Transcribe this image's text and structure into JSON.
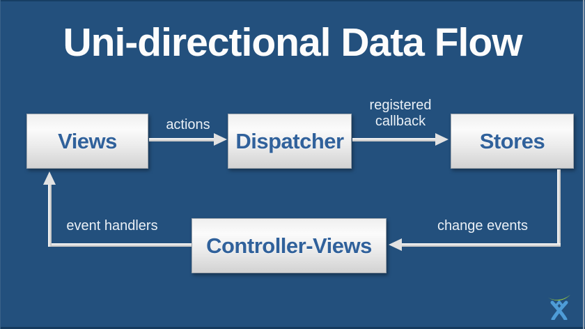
{
  "slide": {
    "title": "Uni-directional Data Flow"
  },
  "nodes": [
    {
      "id": "views",
      "label": "Views"
    },
    {
      "id": "dispatcher",
      "label": "Dispatcher"
    },
    {
      "id": "stores",
      "label": "Stores"
    },
    {
      "id": "controller-views",
      "label": "Controller-Views"
    }
  ],
  "edges": [
    {
      "from": "views",
      "to": "dispatcher",
      "label": "actions"
    },
    {
      "from": "dispatcher",
      "to": "stores",
      "label": "registered callback"
    },
    {
      "from": "stores",
      "to": "controller-views",
      "label": "change events"
    },
    {
      "from": "controller-views",
      "to": "views",
      "label": "event handlers"
    }
  ],
  "logo": {
    "icon": "atlassian-logo",
    "figure_color": "#4E9CD7",
    "arc_color": "#9BCB3B"
  },
  "colors": {
    "background": "#23507D",
    "title_text": "#FCFCFC",
    "node_text": "#30619B",
    "edge_label_text": "#EAF0F6",
    "arrow": "#E2E2E2"
  }
}
